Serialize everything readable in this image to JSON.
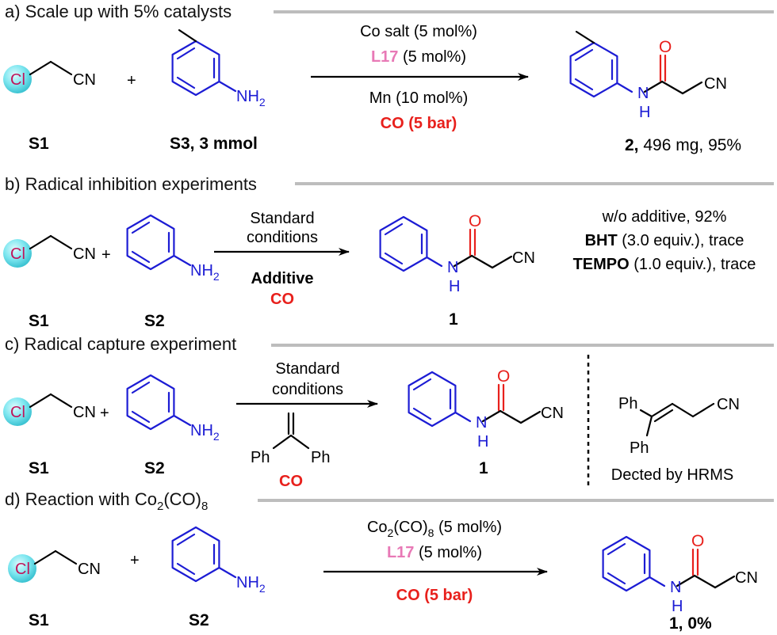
{
  "panels": {
    "a": {
      "title": "a) Scale up with 5% catalysts",
      "reactant1": {
        "cl": "Cl",
        "cn": "CN",
        "label": "S1"
      },
      "plus": "+",
      "reactant2": {
        "nh2": "NH",
        "nh2_sub": "2",
        "label": "S3, 3 mmol"
      },
      "conditions": {
        "line1": "Co salt (5 mol%)",
        "ligand": "L17",
        "ligand_rest": " (5 mol%)",
        "line3": "Mn (10 mol%)",
        "line4": "CO (5 bar)"
      },
      "product": {
        "o": "O",
        "h": "H",
        "n": "N",
        "cn": "CN",
        "label_bold": "2,",
        "label_rest": " 496 mg, 95%"
      }
    },
    "b": {
      "title": "b) Radical inhibition experiments",
      "reactant1": {
        "cl": "Cl",
        "cn": "CN",
        "label": "S1"
      },
      "plus": "+",
      "reactant2": {
        "nh2": "NH",
        "nh2_sub": "2",
        "label": "S2"
      },
      "conditions": {
        "above1": "Standard",
        "above2": "conditions",
        "below1": "Additive",
        "below2": "CO"
      },
      "product": {
        "o": "O",
        "h": "H",
        "n": "N",
        "cn": "CN",
        "label": "1"
      },
      "results": {
        "row1": "w/o additive, 92%",
        "row2_bold": "BHT",
        "row2_rest": " (3.0 equiv.), trace",
        "row3_bold": "TEMPO",
        "row3_rest": " (1.0 equiv.), trace"
      }
    },
    "c": {
      "title": "c) Radical capture experiment",
      "reactant1": {
        "cl": "Cl",
        "cn": "CN",
        "label": "S1"
      },
      "plus": "+",
      "reactant2": {
        "nh2": "NH",
        "nh2_sub": "2",
        "label": "S2"
      },
      "conditions": {
        "above1": "Standard",
        "above2": "conditions",
        "ph_left": "Ph",
        "ph_right": "Ph",
        "below": "CO"
      },
      "product": {
        "o": "O",
        "h": "H",
        "n": "N",
        "cn": "CN",
        "label": "1"
      },
      "captured": {
        "ph1": "Ph",
        "ph2": "Ph",
        "cn": "CN",
        "caption": "Dected by HRMS"
      }
    },
    "d": {
      "title_pre": "d) Reaction with Co",
      "title_sub1": "2",
      "title_mid": "(CO)",
      "title_sub2": "8",
      "reactant1": {
        "cl": "Cl",
        "cn": "CN",
        "label": "S1"
      },
      "plus": "+",
      "reactant2": {
        "nh2": "NH",
        "nh2_sub": "2",
        "label": "S2"
      },
      "conditions": {
        "line1_pre": "Co",
        "line1_sub1": "2",
        "line1_mid": "(CO)",
        "line1_sub2": "8",
        "line1_post": " (5 mol%)",
        "ligand": "L17",
        "ligand_rest": " (5 mol%)",
        "line3": "CO (5 bar)"
      },
      "product": {
        "o": "O",
        "h": "H",
        "n": "N",
        "cn": "CN",
        "label": "1, 0%"
      }
    }
  },
  "colors": {
    "heteroatom_blue": "#1c1cd4",
    "oxygen_red": "#e8201c",
    "co_red": "#e8201c",
    "ligand_pink": "#e879b6",
    "cl_sphere": "#7fe7f0",
    "cl_text": "#c0145a",
    "rule_gray": "#bdbdbd"
  }
}
